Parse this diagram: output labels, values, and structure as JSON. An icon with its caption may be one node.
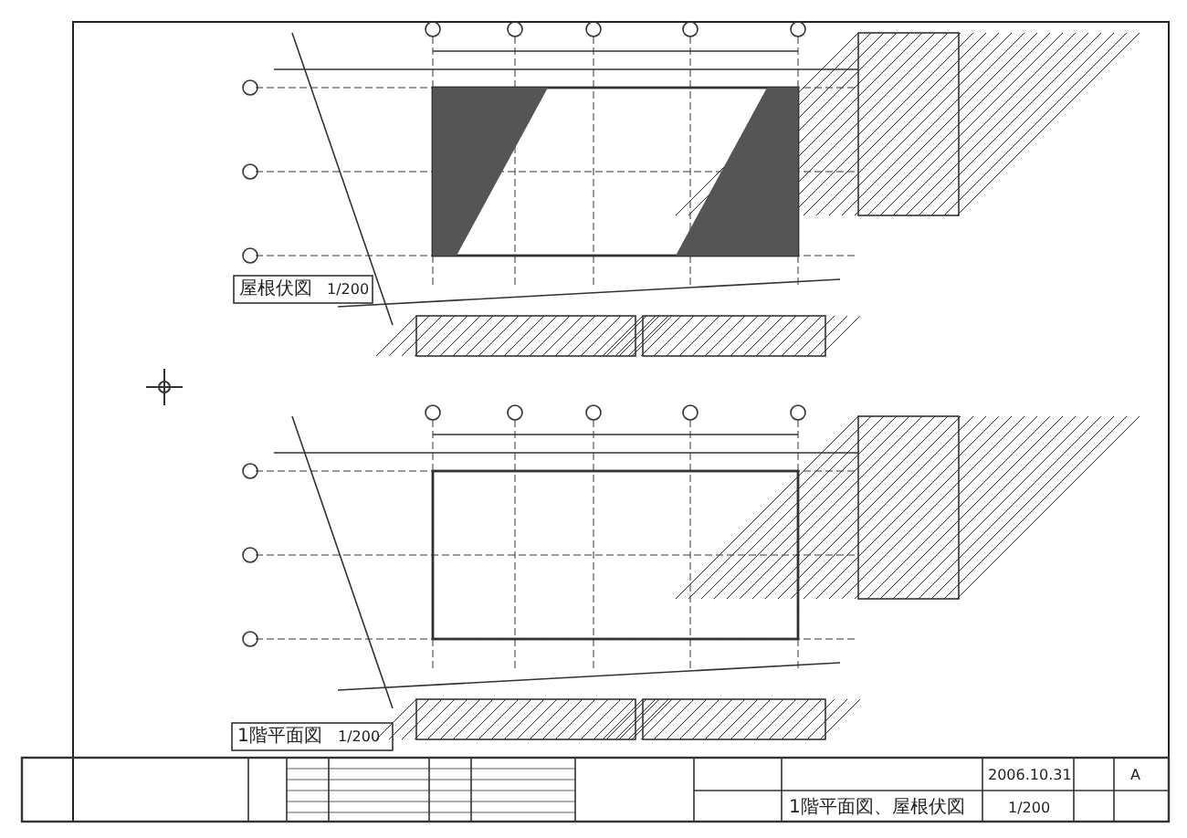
{
  "diagram": {
    "labels": [
      "屋根伏図",
      "1/200",
      "1階平面図",
      "1/200",
      "2006.10.31",
      "A",
      "1階平面図、屋根伏図",
      "1/200"
    ]
  }
}
